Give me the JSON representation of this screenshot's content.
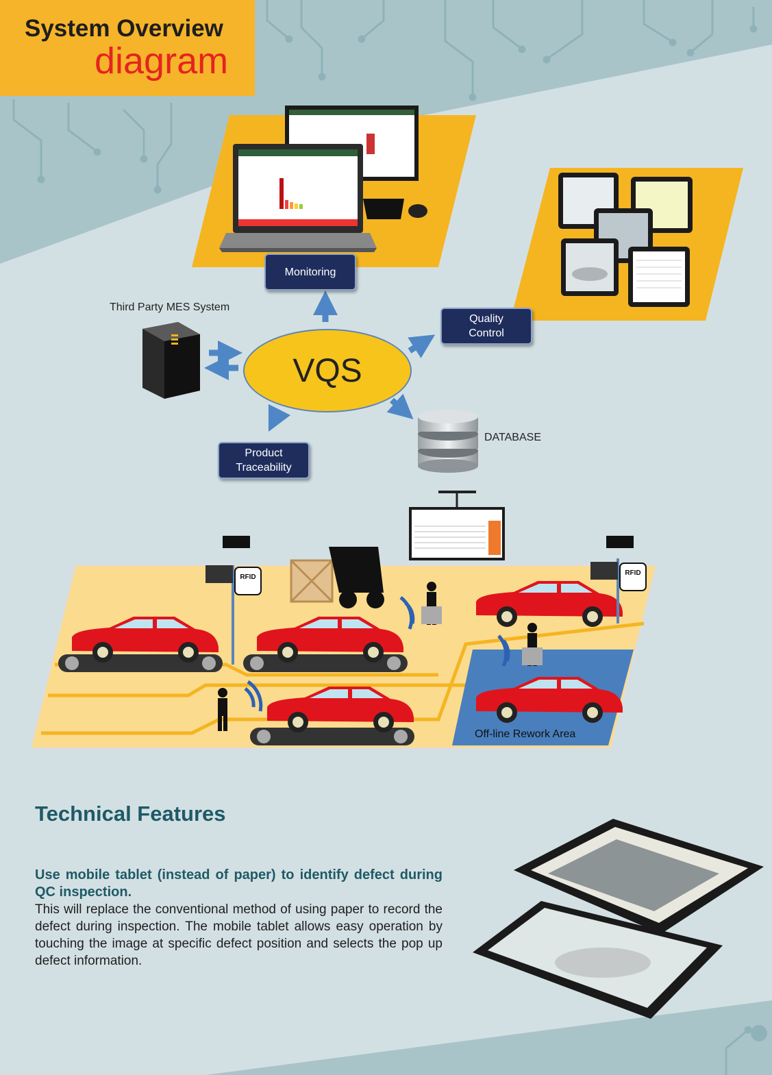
{
  "header": {
    "title_line1": "System Overview",
    "title_line2": "diagram"
  },
  "diagram": {
    "center": "VQS",
    "nodes": {
      "monitoring": "Monitoring",
      "quality_control": "Quality\nControl",
      "product_traceability": "Product\nTraceability"
    },
    "labels": {
      "mes": "Third Party MES System",
      "database": "DATABASE",
      "rework_area": "Off-line Rework Area",
      "rfid": "RFID"
    }
  },
  "features": {
    "title": "Technical Features",
    "heading": "Use mobile tablet (instead of paper) to identify defect during QC inspection.",
    "body": "This will replace the conventional method of using paper to record the defect during inspection.  The mobile tablet allows easy operation by touching the image at specific defect position and selects the pop up defect information."
  },
  "colors": {
    "accent_orange": "#f6b42a",
    "title_red": "#e52420",
    "node_navy": "#1f2d5c",
    "feature_teal": "#1e5a66",
    "floor_yellow": "#fbdb8e",
    "car_red": "#e0141c",
    "arrow_blue": "#4f87c6"
  }
}
